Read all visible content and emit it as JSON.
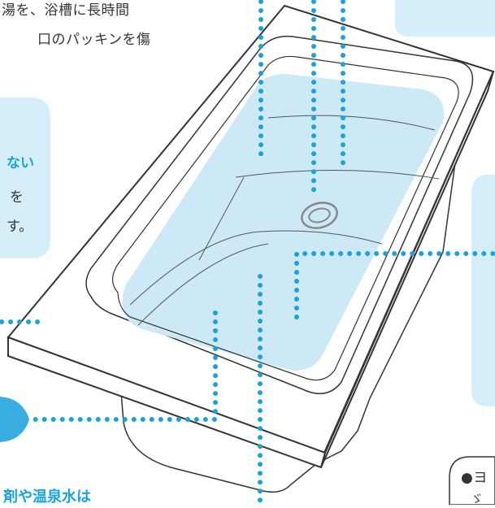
{
  "illustration": {
    "colors": {
      "water": "#cde9f5",
      "panel": "#d6eef9",
      "dots": "#1aa3d9",
      "outline": "#333333",
      "drain": "#888888"
    },
    "texts": {
      "top_left_line1": "湯を、浴槽に長時間",
      "top_left_line2": "口のパッキンを傷",
      "left_highlight": "ない",
      "left_line1": "を",
      "left_line2": "す。",
      "bottom_left_highlight": "剤や温泉水は",
      "bottom_right_line1": "●ヨ",
      "bottom_right_line2": "ゞ"
    }
  }
}
